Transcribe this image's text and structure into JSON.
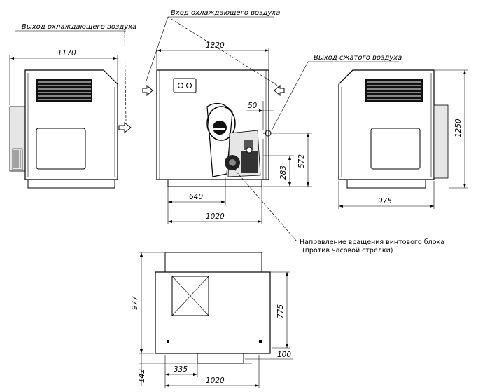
{
  "labels": {
    "cooling_air_outlet": "Выход охлаждающего воздуха",
    "cooling_air_inlet": "Вход охлаждающего воздуха",
    "compressed_air_outlet": "Выход сжатого воздуха",
    "rotation_direction_line1": "Направление вращения винтового блока",
    "rotation_direction_line2": "(против часовой стрелки)"
  },
  "dimensions": {
    "left_view_width": "1170",
    "front_view_width": "1220",
    "outlet_offset": "50",
    "outlet_height": "572",
    "block_height": "283",
    "block_offset": "640",
    "base_width": "1020",
    "right_view_width": "975",
    "right_view_height": "1250",
    "top_view_depth": "977",
    "top_inner_depth": "775",
    "top_base_offset": "335",
    "top_base_width": "1020",
    "top_inlet_width": "100",
    "top_protrusion": "142"
  }
}
